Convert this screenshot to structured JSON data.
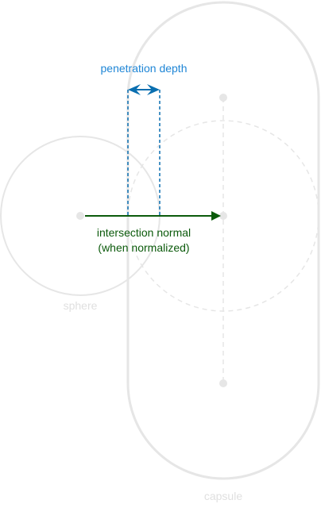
{
  "labels": {
    "penetration_depth": "penetration depth",
    "normal_line1": "intersection normal",
    "normal_line2": "(when normalized)",
    "sphere": "sphere",
    "capsule": "capsule"
  },
  "colors": {
    "shape_outline": "#e6e6e6",
    "faint_label": "#e0e0e0",
    "depth_blue": "#0a6fb0",
    "depth_label": "#1f86d6",
    "normal_green": "#0b5a0b"
  }
}
